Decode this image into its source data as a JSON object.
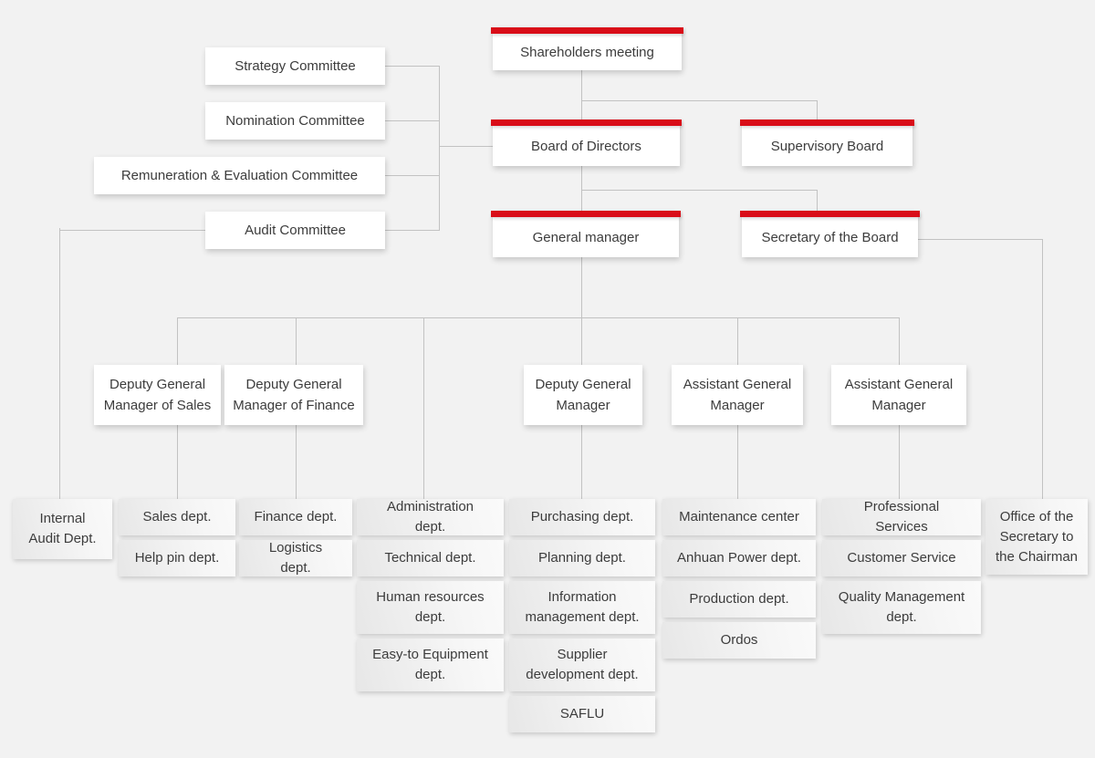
{
  "colors": {
    "background": "#f2f2f2",
    "accent_red": "#d90d18",
    "connector_line": "#c2c2c2",
    "box_white": "#ffffff",
    "text": "#3c3c3c"
  },
  "nodes": {
    "shareholders": "Shareholders meeting",
    "board_of_directors": "Board of Directors",
    "supervisory_board": "Supervisory Board",
    "general_manager": "General manager",
    "secretary_of_board": "Secretary of the Board",
    "strategy_committee": "Strategy Committee",
    "nomination_committee": "Nomination Committee",
    "remuneration_committee": "Remuneration & Evaluation Committee",
    "audit_committee": "Audit Committee",
    "dgm_sales": "Deputy General Manager of Sales",
    "dgm_finance": "Deputy General Manager of Finance",
    "dgm": "Deputy General Manager",
    "agm_1": "Assistant General Manager",
    "agm_2": "Assistant General Manager",
    "internal_audit": "Internal Audit Dept.",
    "sales": "Sales dept.",
    "help_pin": "Help pin dept.",
    "finance": "Finance dept.",
    "logistics": "Logistics dept.",
    "administration": "Administration dept.",
    "technical": "Technical dept.",
    "human_resources": "Human resources dept.",
    "easy_to_equipment": "Easy-to Equipment dept.",
    "purchasing": "Purchasing dept.",
    "planning": "Planning dept.",
    "information_management": "Information management dept.",
    "supplier_development": "Supplier development dept.",
    "saflu": "SAFLU",
    "maintenance_center": "Maintenance center",
    "anhuan_power": "Anhuan Power dept.",
    "production": "Production dept.",
    "ordos": "Ordos",
    "professional_services": "Professional Services",
    "customer_service": "Customer Service",
    "quality_management": "Quality Management dept.",
    "office_secretary_chairman": "Office of the Secretary to the Chairman"
  }
}
